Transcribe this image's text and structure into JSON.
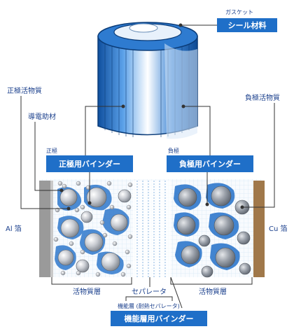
{
  "labels": {
    "gasket": "ガスケット",
    "seal_material": "シール材料",
    "positive_active": "正極活物質",
    "conductive_aid": "導電助材",
    "negative_active": "負極活物質",
    "positive_small": "正極",
    "negative_small": "負極",
    "positive_binder": "正極用バインダー",
    "negative_binder": "負極用バインダー",
    "al_foil": "Al 箔",
    "cu_foil": "Cu 箔",
    "active_layer_left": "活物質層",
    "separator": "セパレータ",
    "active_layer_right": "活物質層",
    "functional_layer_note": "機能層 (耐熱セパレータ)",
    "functional_binder": "機能層用バインダー"
  },
  "colors": {
    "accent_blue": "#1f6fc8",
    "label_blue": "#1a3f8c",
    "cathode_particle": "#a7abb2",
    "anode_particle": "#8d949f",
    "binder_blue": "#2f78cc",
    "foil_al": "#9a9a9a",
    "foil_cu": "#a0784a"
  }
}
